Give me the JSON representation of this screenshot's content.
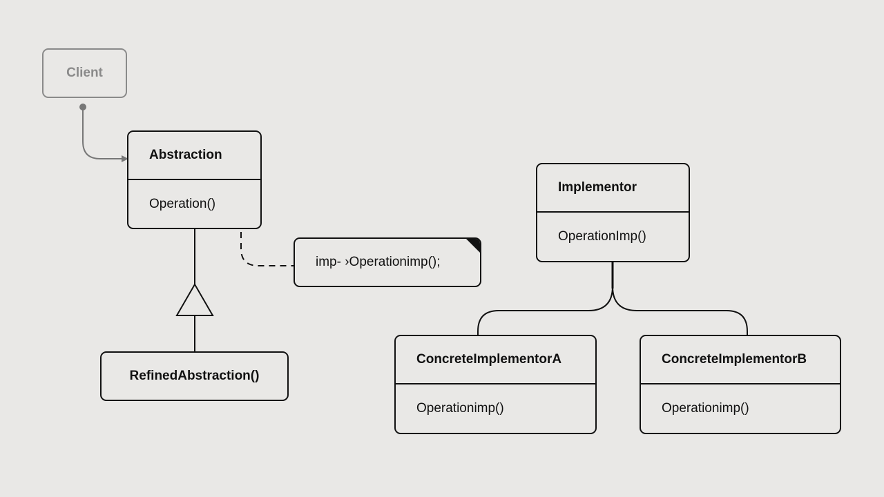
{
  "diagram": {
    "client": {
      "label": "Client"
    },
    "abstraction": {
      "name": "Abstraction",
      "method": "Operation()"
    },
    "note": {
      "text": "imp- ›Operationimp();"
    },
    "refined": {
      "label": "RefinedAbstraction()"
    },
    "implementor": {
      "name": "Implementor",
      "method": "OperationImp()"
    },
    "concrete_a": {
      "name": "ConcreteImplementorA",
      "method": "Operationimp()"
    },
    "concrete_b": {
      "name": "ConcreteImplementorB",
      "method": "Operationimp()"
    }
  },
  "colors": {
    "background": "#e9e8e6",
    "line": "#111111",
    "muted": "#8a8a8a"
  }
}
